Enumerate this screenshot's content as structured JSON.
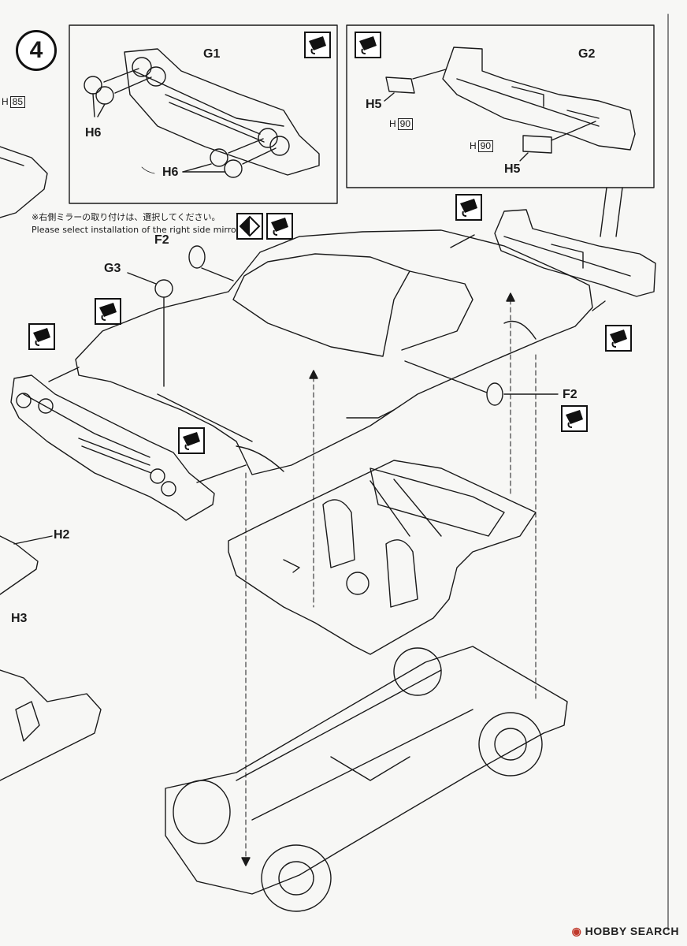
{
  "step": {
    "number": "4"
  },
  "note": {
    "jp": "※右側ミラーの取り付けは、選択してください。",
    "en": "Please select installation of the right side mirror."
  },
  "labels": {
    "g1": "G1",
    "g2": "G2",
    "g3": "G3",
    "h6_top": "H6",
    "h6_bottom": "H6",
    "h5_left": "H5",
    "h5_right": "H5",
    "f2_top": "F2",
    "f2_right": "F2",
    "h2": "H2",
    "h3": "H3"
  },
  "part_numbers": {
    "h85": {
      "prefix": "H",
      "num": "85"
    },
    "h90_a": {
      "prefix": "H",
      "num": "90"
    },
    "h90_b": {
      "prefix": "H",
      "num": "90"
    }
  },
  "icons": [
    "glue-icon",
    "select-option-icon"
  ],
  "watermark": {
    "brand": "HOBBY",
    "brand2": "SEARCH"
  }
}
